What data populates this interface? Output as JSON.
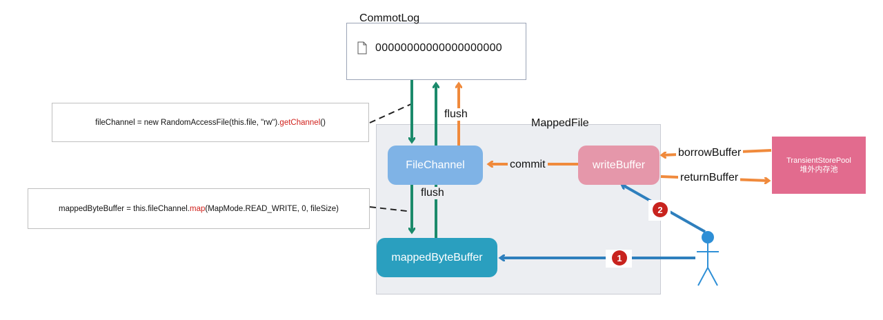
{
  "commitlog": {
    "title": "CommotLog",
    "file_name": "00000000000000000000",
    "file_icon": "file-icon"
  },
  "mappedfile": {
    "title": "MappedFile"
  },
  "nodes": {
    "file_channel": "FileChannel",
    "write_buffer": "writeBuffer",
    "mapped_byte_buffer": "mappedByteBuffer",
    "transient_store_pool_line1": "TransientStorePool",
    "transient_store_pool_line2": "堆外内存池"
  },
  "edge_labels": {
    "flush_top": "flush",
    "flush_mid": "flush",
    "commit": "commit",
    "borrow_buffer": "borrowBuffer",
    "return_buffer": "returnBuffer"
  },
  "notes": {
    "file_channel_pre": "fileChannel = new RandomAccessFile(this.file, \"rw\").",
    "file_channel_method": "getChannel",
    "file_channel_post": "()",
    "mapped_pre": "mappedByteBuffer = this.fileChannel.",
    "mapped_method": "map",
    "mapped_post": "(MapMode.READ_WRITE, 0, fileSize)"
  },
  "steps": {
    "step1": "1",
    "step2": "2"
  },
  "actor": {
    "icon": "person-icon"
  },
  "colors": {
    "green": "#1b8a6b",
    "orange": "#f08a3c",
    "blue": "#2e7fbd",
    "file_channel_bg": "#7fb3e6",
    "write_buffer_bg": "#e597aa",
    "mapped_byte_buffer_bg": "#2a9fbf",
    "transient_pool_bg": "#e26b8e",
    "mappedfile_bg": "#eceef2",
    "badge_red": "#c8231e",
    "method_red": "#d0201b"
  }
}
